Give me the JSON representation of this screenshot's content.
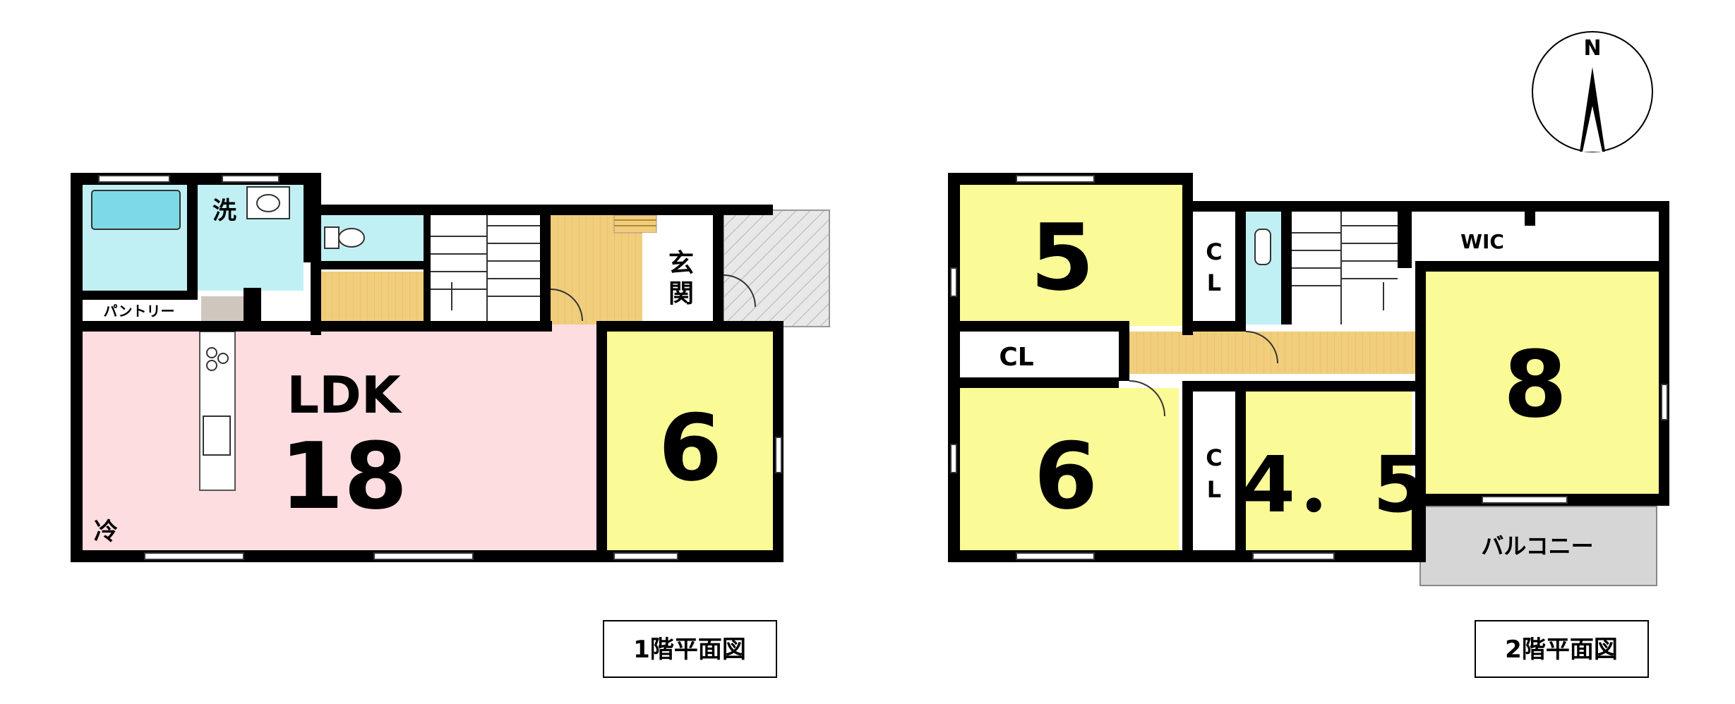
{
  "floor1": {
    "title": "1階平面図",
    "rooms": {
      "ldk_name": "LDK",
      "ldk_size": "18",
      "west_size": "6",
      "laundry": "洗",
      "entrance": "玄関",
      "pantry": "パントリー",
      "fridge": "冷"
    }
  },
  "floor2": {
    "title": "2階平面図",
    "rooms": {
      "room_nw": "5",
      "room_sw": "6",
      "room_s": "4．5",
      "room_e": "8",
      "cl_a": "CL",
      "cl_b": "CL",
      "cl_c": "CL",
      "wic": "WIC",
      "balcony": "バルコニー"
    }
  },
  "compass": {
    "north": "N"
  },
  "colors": {
    "ldk": "#fddde0",
    "room": "#fafa96",
    "wet": "#c1f0f4",
    "corridor": "#f1ce7c",
    "balcony": "#d6d6d6",
    "wall": "#000000"
  }
}
